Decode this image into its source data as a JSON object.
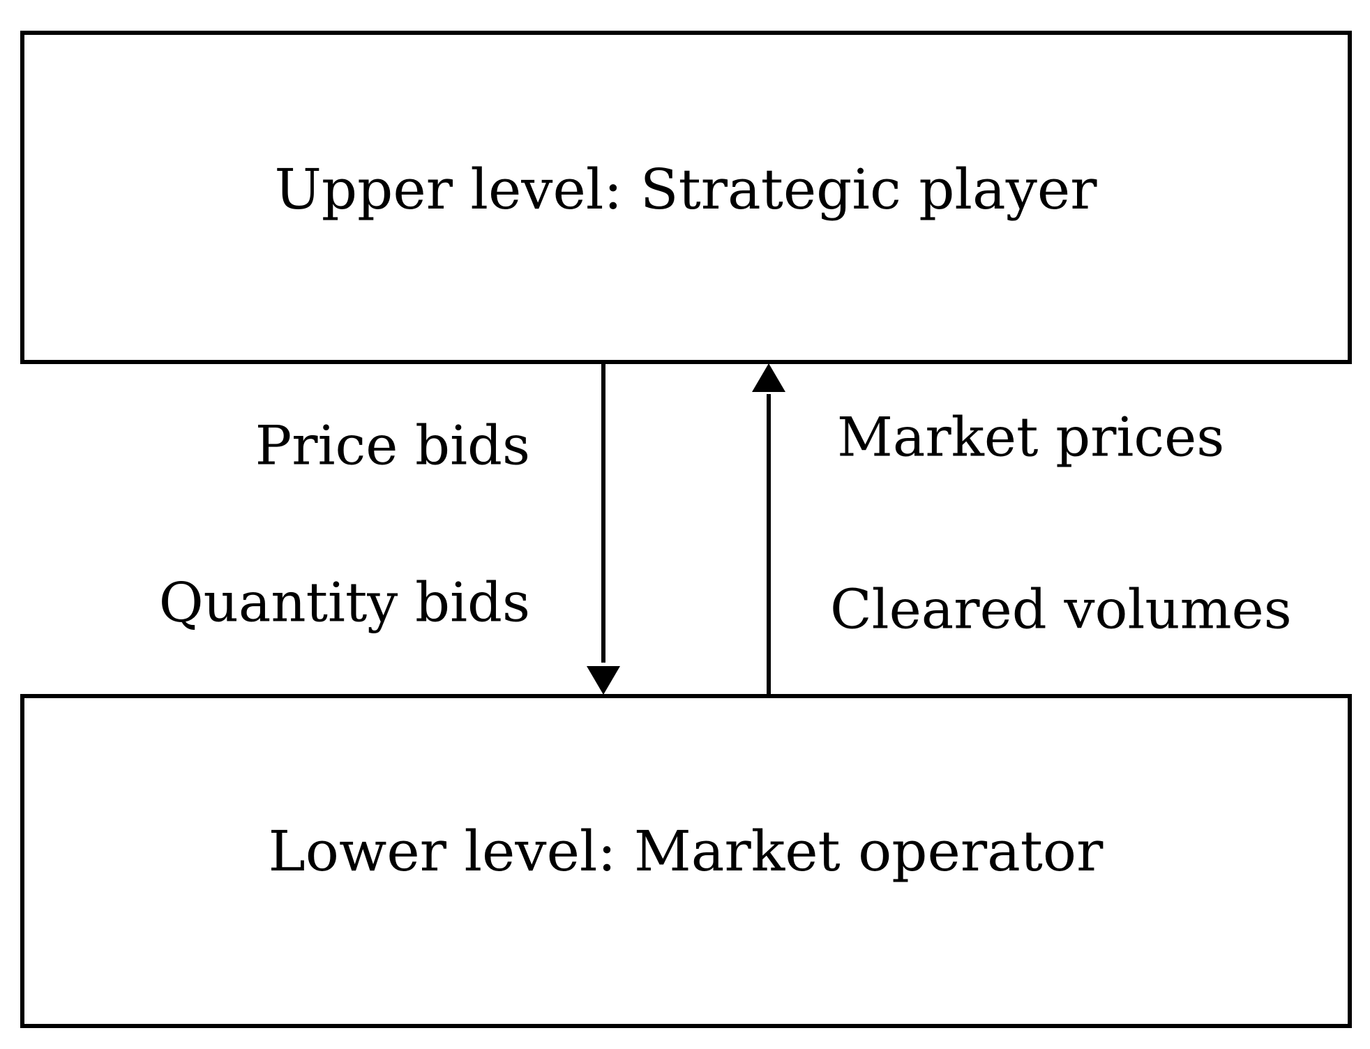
{
  "diagram": {
    "upper_box": {
      "label": "Upper level: Strategic player"
    },
    "lower_box": {
      "label": "Lower level: Market operator"
    },
    "down_flow": {
      "labels": [
        "Price bids",
        "Quantity bids"
      ]
    },
    "up_flow": {
      "labels": [
        "Market prices",
        "Cleared volumes"
      ]
    },
    "colors": {
      "stroke": "#000000",
      "background": "#ffffff"
    }
  }
}
